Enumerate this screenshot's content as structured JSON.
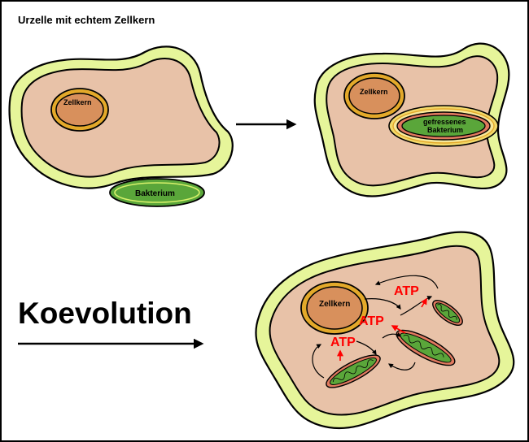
{
  "title": "Urzelle mit echtem Zellkern",
  "labels": {
    "nucleus_1": "Zellkern",
    "bacterium": "Bakterium",
    "nucleus_2": "Zellkern",
    "eaten_bacterium_line1": "gefressenes",
    "eaten_bacterium_line2": "Bakterium",
    "nucleus_3": "Zellkern",
    "coevolution": "Koevolution",
    "atp_1": "ATP",
    "atp_2": "ATP",
    "atp_3": "ATP"
  },
  "colors": {
    "cytoplasm": "#e8c2a8",
    "membrane": "#e6f59a",
    "nucleus": "#d8905c",
    "nucleus_ring": "#e3a92a",
    "bacterium": "#5aa63a",
    "atp": "#ff0000"
  }
}
